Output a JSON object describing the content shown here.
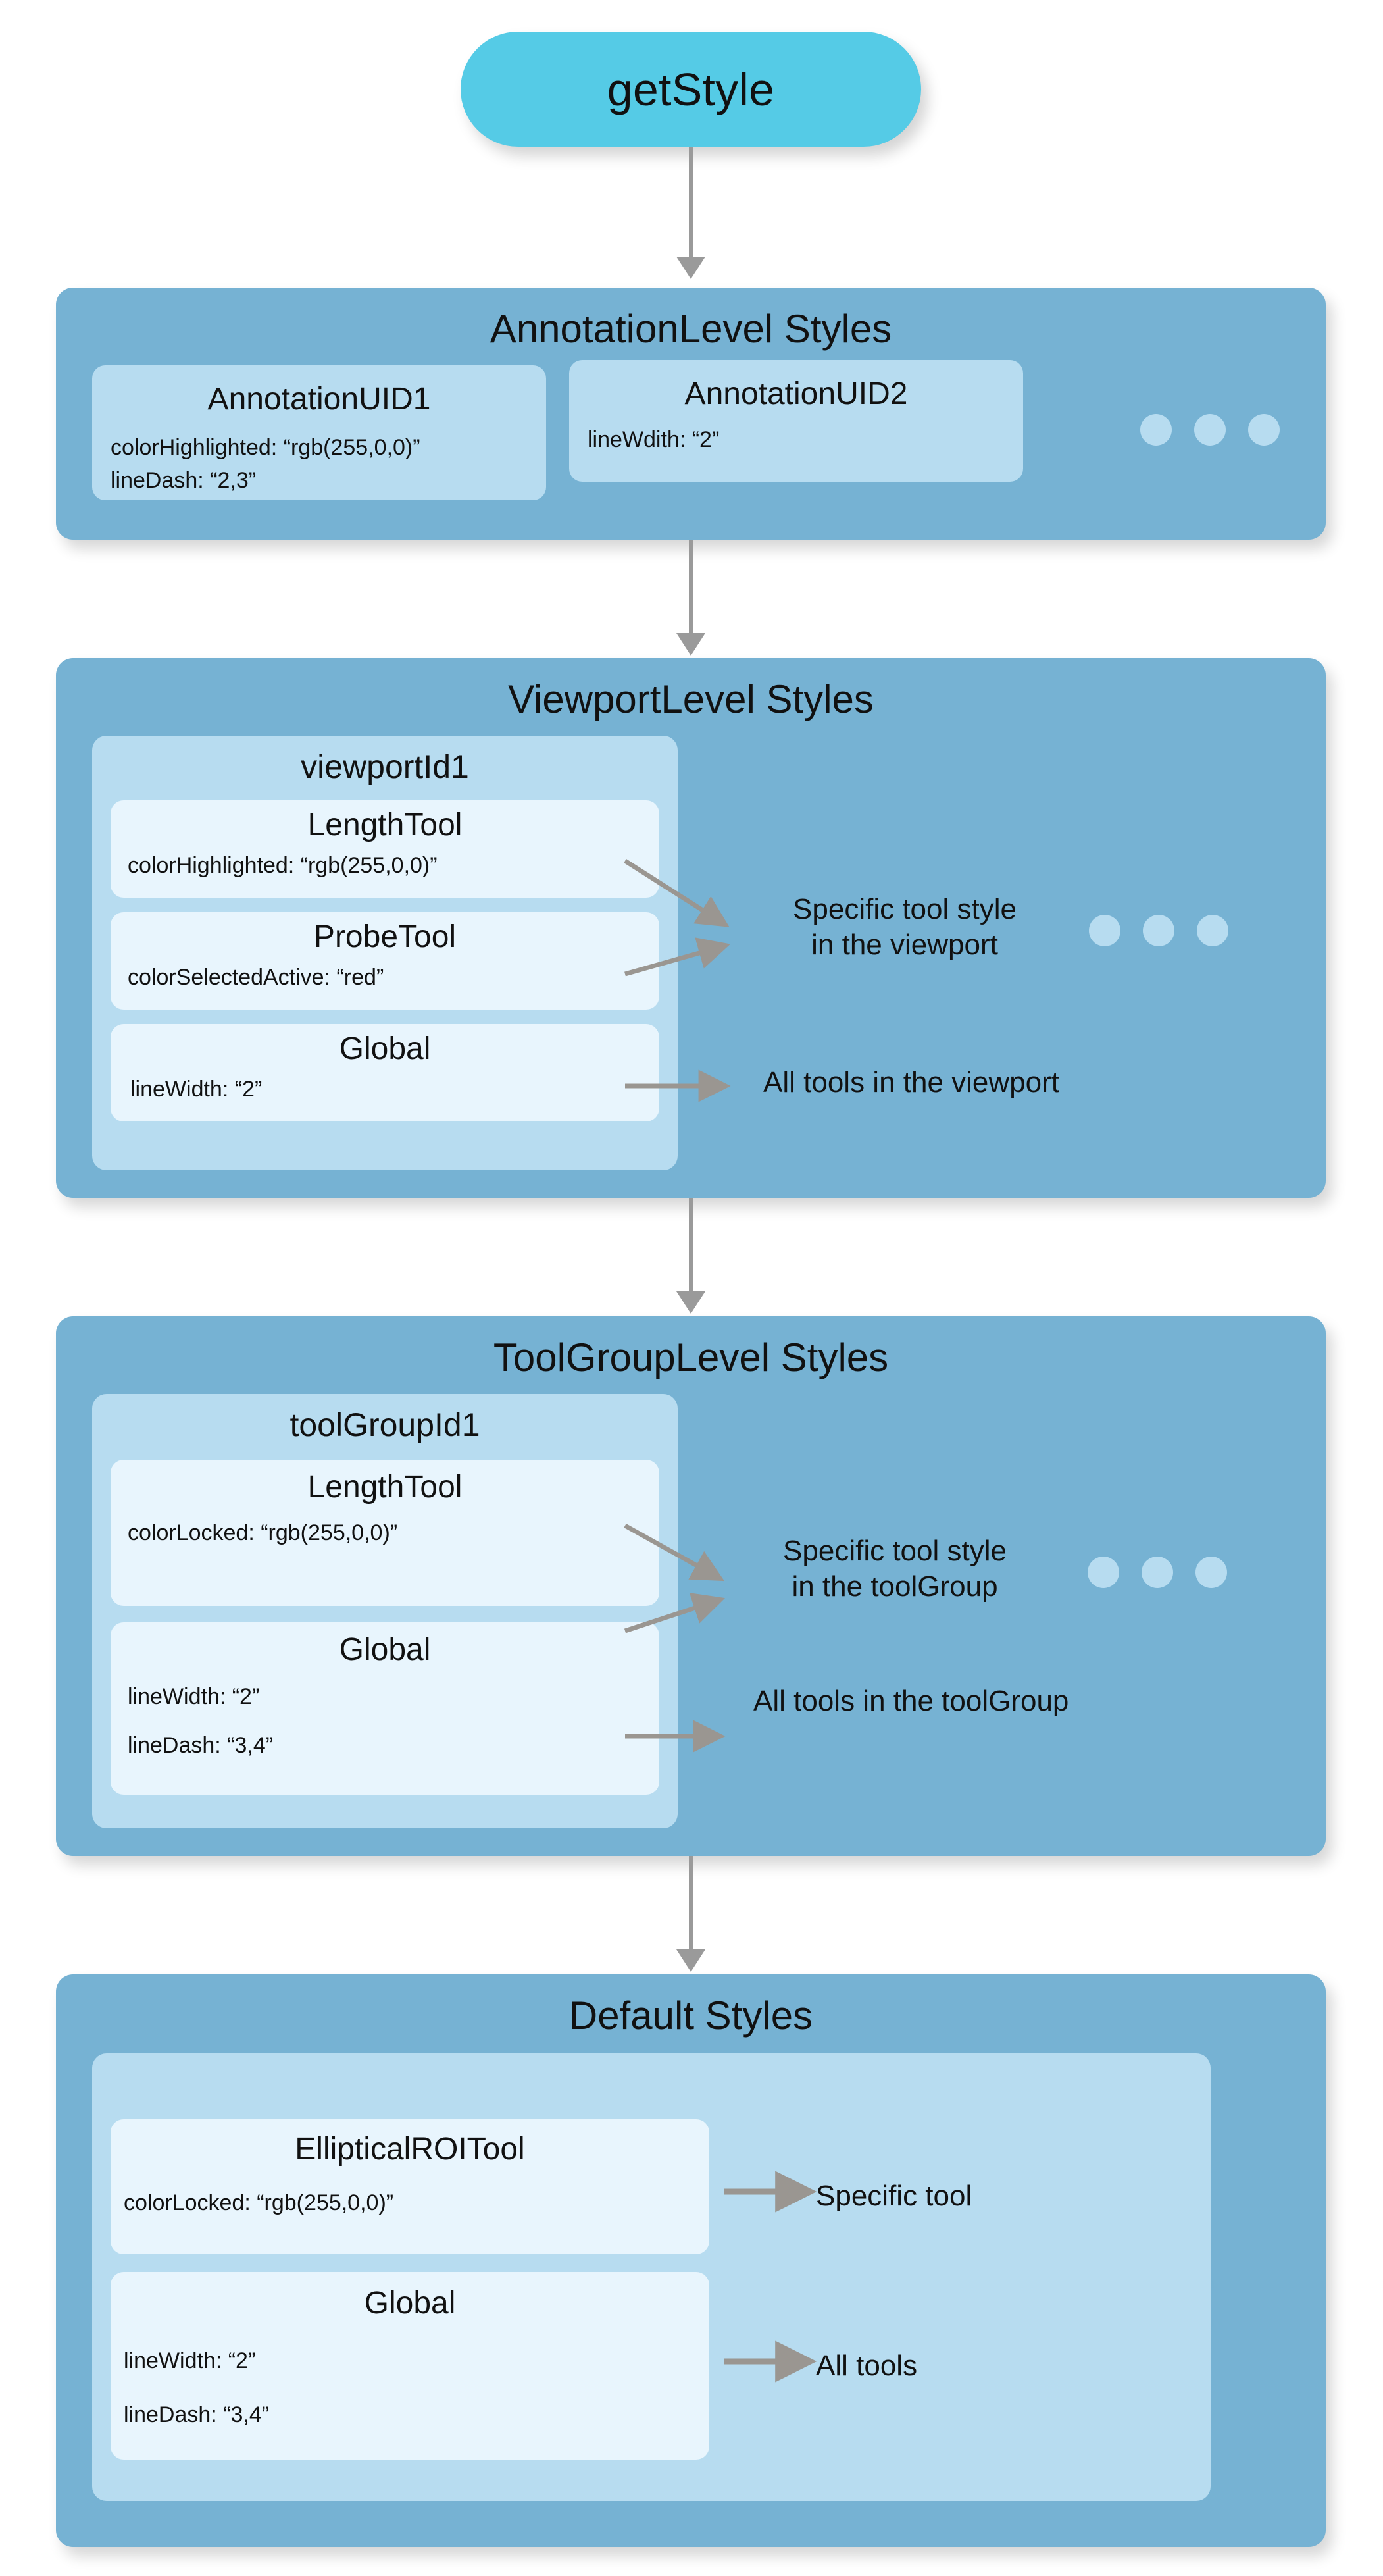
{
  "entry": {
    "label": "getStyle",
    "color": "#55cbe6"
  },
  "colors": {
    "panel": "#76b2d3",
    "container": "#b7dcf0",
    "card": "#e8f5fd",
    "arrow": "#9a9a9a",
    "thin_arrow": "#9a9691",
    "background": "#ffffff"
  },
  "levels": [
    {
      "title": "AnnotationLevel Styles",
      "groups": [
        {
          "title": "AnnotationUID1",
          "props": [
            "colorHighlighted: “rgb(255,0,0)”",
            "lineDash: “2,3”"
          ]
        },
        {
          "title": "AnnotationUID2",
          "props": [
            "lineWdith: “2”"
          ]
        }
      ],
      "ellipsis": "•••"
    },
    {
      "title": "ViewportLevel Styles",
      "container": "viewportId1",
      "cards": [
        {
          "title": "LengthTool",
          "props": [
            "colorHighlighted: “rgb(255,0,0)”"
          ]
        },
        {
          "title": "ProbeTool",
          "props": [
            "colorSelectedActive: “red”"
          ]
        },
        {
          "title": "Global",
          "props": [
            "lineWidth: “2”"
          ]
        }
      ],
      "labels": {
        "specific": "Specific tool style\nin the viewport",
        "global": "All tools in the viewport"
      },
      "ellipsis": "•••"
    },
    {
      "title": "ToolGroupLevel Styles",
      "container": "toolGroupId1",
      "cards": [
        {
          "title": "LengthTool",
          "props": [
            "colorLocked: “rgb(255,0,0)”"
          ]
        },
        {
          "title": "Global",
          "props": [
            "lineWidth: “2”",
            "lineDash: “3,4”"
          ]
        }
      ],
      "labels": {
        "specific": "Specific tool style\nin the toolGroup",
        "global": "All tools in the toolGroup"
      },
      "ellipsis": "•••"
    },
    {
      "title": "Default Styles",
      "cards": [
        {
          "title": "EllipticalROITool",
          "props": [
            "colorLocked: “rgb(255,0,0)”"
          ]
        },
        {
          "title": "Global",
          "props": [
            "lineWidth: “2”",
            "lineDash: “3,4”"
          ]
        }
      ],
      "labels": {
        "specific": "Specific tool",
        "global": "All tools"
      }
    }
  ]
}
